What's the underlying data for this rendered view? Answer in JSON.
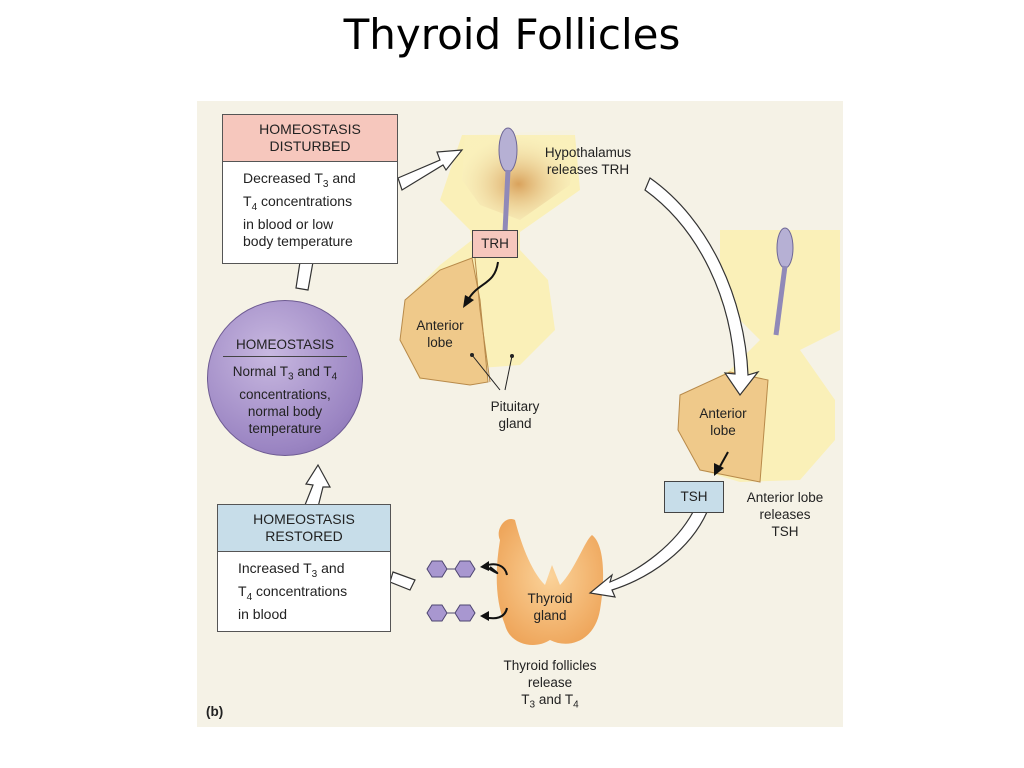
{
  "title": "Thyroid Follicles",
  "figure_label": "(b)",
  "boxes": {
    "disturbed": {
      "header": [
        "HOMEOSTASIS",
        "DISTURBED"
      ],
      "body": [
        "Decreased T3 and",
        "T4 concentrations",
        "in blood or low",
        "body temperature"
      ],
      "header_color": "#f6c7bd"
    },
    "homeostasis": {
      "header": "HOMEOSTASIS",
      "body": [
        "Normal T3 and T4",
        "concentrations,",
        "normal body",
        "temperature"
      ],
      "color": "#9a84c2"
    },
    "restored": {
      "header": [
        "HOMEOSTASIS",
        "RESTORED"
      ],
      "body": [
        "Increased T3 and",
        "T4 concentrations",
        "in blood"
      ],
      "header_color": "#c7dde9"
    }
  },
  "tags": {
    "trh": "TRH",
    "tsh": "TSH"
  },
  "labels": {
    "hypothalamus": [
      "Hypothalamus",
      "releases TRH"
    ],
    "anterior_lobe_1": [
      "Anterior",
      "lobe"
    ],
    "pituitary": [
      "Pituitary",
      "gland"
    ],
    "anterior_lobe_2": [
      "Anterior",
      "lobe"
    ],
    "anterior_releases": [
      "Anterior lobe",
      "releases",
      "TSH"
    ],
    "thyroid_gland": [
      "Thyroid",
      "gland"
    ],
    "follicles_release": [
      "Thyroid follicles",
      "release",
      "T3 and T4"
    ]
  }
}
